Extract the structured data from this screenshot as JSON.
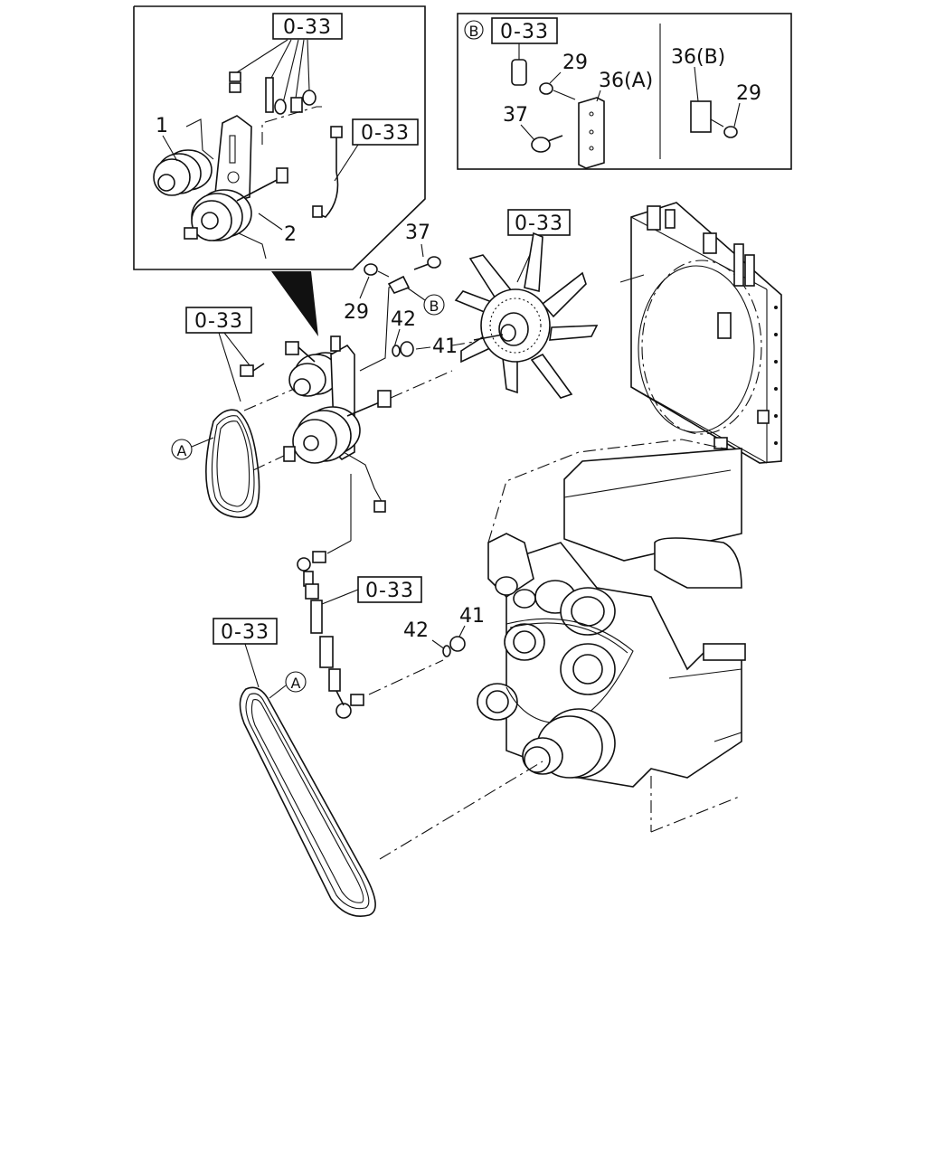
{
  "refs": {
    "r1": "0-33",
    "r2": "0-33",
    "r3": "0-33",
    "r4": "0-33",
    "r5": "0-33",
    "r6": "0-33",
    "r7": "0-33"
  },
  "parts": {
    "p1": "1",
    "p2": "2",
    "p29a": "29",
    "p29b": "29",
    "p29c": "29",
    "p36a": "36(A)",
    "p36b": "36(B)",
    "p37a": "37",
    "p37b": "37",
    "p41a": "41",
    "p41b": "41",
    "p42a": "42",
    "p42b": "42"
  },
  "markers": {
    "A": "A",
    "B": "B"
  }
}
